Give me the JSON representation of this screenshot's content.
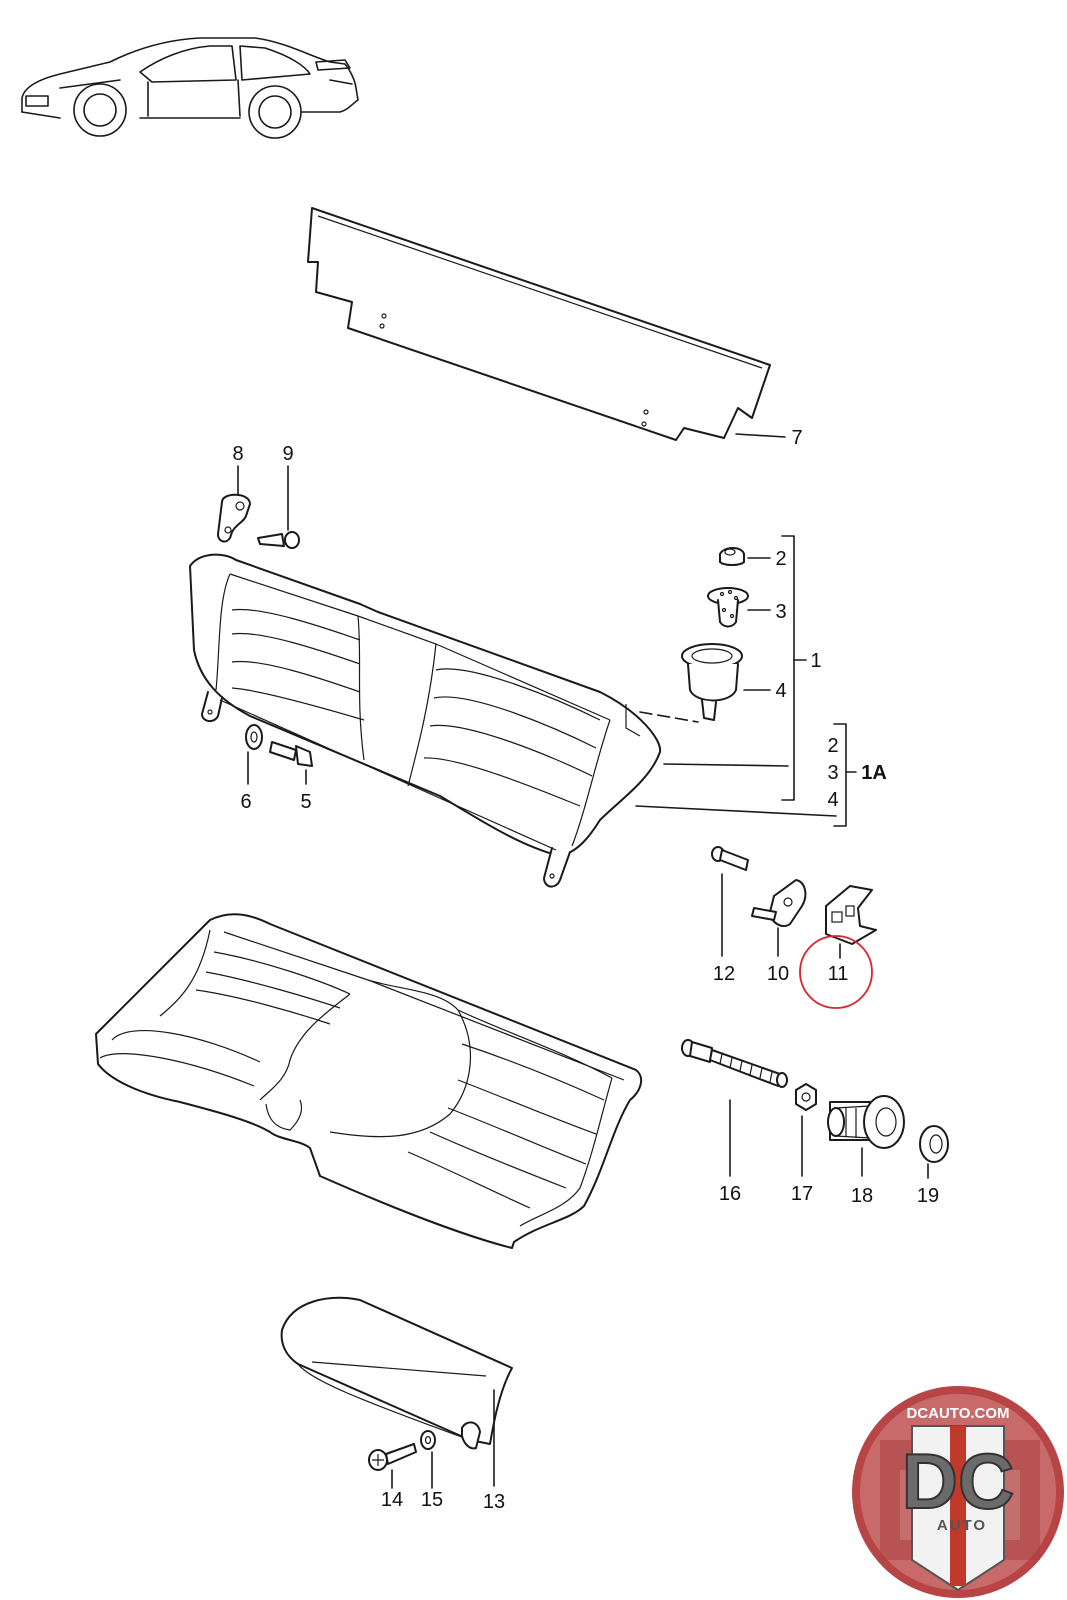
{
  "diagram": {
    "callouts": {
      "c1": "1",
      "c1A": "1A",
      "c2": "2",
      "c3": "3",
      "c4": "4",
      "c1A_2": "2",
      "c1A_3": "3",
      "c1A_4": "4",
      "c5": "5",
      "c6": "6",
      "c7": "7",
      "c8": "8",
      "c9": "9",
      "c10": "10",
      "c11": "11",
      "c12": "12",
      "c13": "13",
      "c14": "14",
      "c15": "15",
      "c16": "16",
      "c17": "17",
      "c18": "18",
      "c19": "19"
    },
    "highlight_color": "#d9232d",
    "line_color": "#1a1a1a"
  },
  "logo": {
    "url_text": "DCAUTO.COM",
    "letters": "DC",
    "sub": "AUTO",
    "ring_color": "#b84545",
    "accent_color": "#c0392b"
  }
}
